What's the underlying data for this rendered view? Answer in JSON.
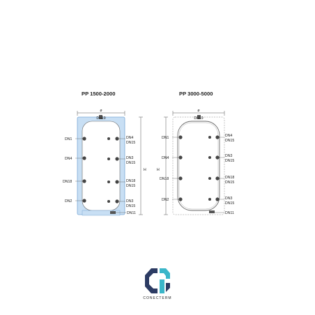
{
  "titles": {
    "left": "PP 1500-2000",
    "right": "PP 3000-5000"
  },
  "dimensions": {
    "diameter": "ø",
    "height": "H"
  },
  "top_connection": "DN19",
  "bottom_connection": "DN11",
  "left_connections": [
    "DN1",
    "DN4",
    "DN18",
    "DN2"
  ],
  "right_connections": [
    {
      "primary": "DN4",
      "secondary": "DN15"
    },
    {
      "primary": "DN3",
      "secondary": "DN15"
    },
    {
      "primary": "DN18",
      "secondary": "DN15"
    },
    {
      "primary": "DN3",
      "secondary": "DN15"
    }
  ],
  "logo": {
    "name": "CONECTERM",
    "colors": {
      "dark": "#2c3b63",
      "accent": "#3bb6c9"
    }
  },
  "colors": {
    "tank_fill_left": "#c8dff4",
    "tank_inner_left": "#ffffff",
    "tank_fill_right": "#ffffff",
    "outline": "#555555"
  }
}
